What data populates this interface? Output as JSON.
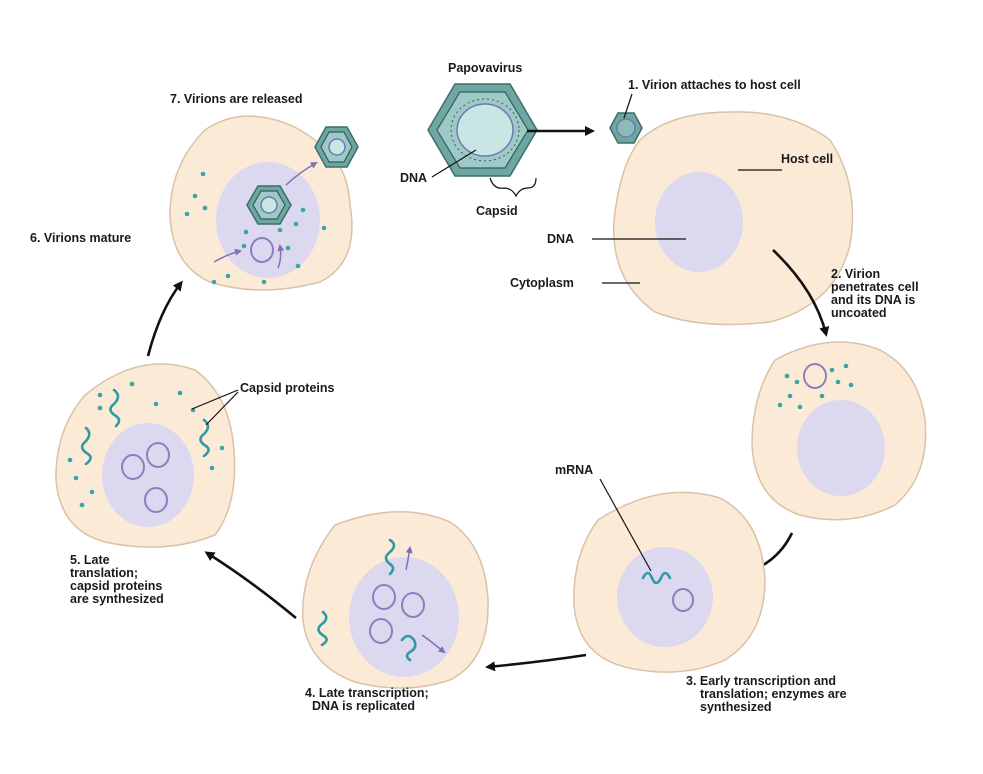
{
  "labels": {
    "papovavirus": "Papovavirus",
    "dna_virus": "DNA",
    "capsid": "Capsid",
    "step1": "1. Virion attaches to host cell",
    "host_cell": "Host cell",
    "dna_cell": "DNA",
    "cytoplasm": "Cytoplasm",
    "step2": [
      "2. Virion",
      "penetrates cell",
      "and its DNA is",
      "uncoated"
    ],
    "mrna": "mRNA",
    "step3": [
      "3. Early transcription and",
      "translation; enzymes are",
      "synthesized"
    ],
    "step4": [
      "4. Late transcription;",
      "DNA is replicated"
    ],
    "step5": [
      "5. Late",
      "translation;",
      "capsid proteins",
      "are synthesized"
    ],
    "capsid_proteins": "Capsid proteins",
    "step6": "6. Virions mature",
    "step7": "7. Virions are released"
  },
  "colors": {
    "cytoplasm": "#fbead6",
    "nucleus": "#dcd8ef",
    "protein": "#2e9aa3",
    "virion": "#6fa6a2"
  }
}
